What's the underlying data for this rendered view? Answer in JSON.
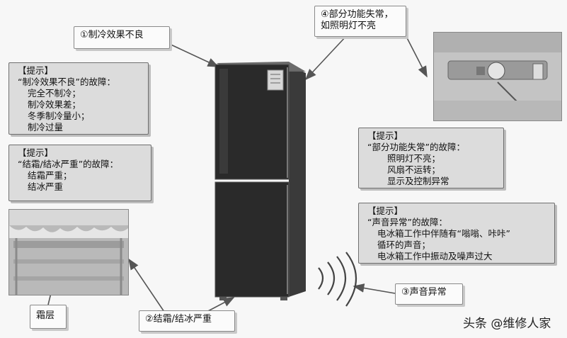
{
  "callouts": {
    "cooling": "①制冷效果不良",
    "frost": "②结霜/结冰严重",
    "sound": "③声音异常",
    "partial_line1": "④部分功能失常，",
    "partial_line2": "如照明灯不亮",
    "frost_layer": "霜层"
  },
  "tips": {
    "cooling": {
      "header": "【提示】",
      "title": "“制冷效果不良”的故障：",
      "items": [
        "完全不制冷；",
        "制冷效果差；",
        "冬季制冷量小；",
        "制冷过量"
      ]
    },
    "frost": {
      "header": "【提示】",
      "title": "“结霜/结冰严重”的故障：",
      "items": [
        "结霜严重；",
        "结冰严重"
      ]
    },
    "partial": {
      "header": "【提示】",
      "title": "“部分功能失常”的故障：",
      "items": [
        "照明灯不亮；",
        "风扇不运转；",
        "显示及控制异常"
      ]
    },
    "sound": {
      "header": "【提示】",
      "title": "“声音异常”的故障：",
      "items": [
        "电冰箱工作中伴随有“嗡嗡、咔咔”",
        "循环的声音；",
        "电冰箱工作中振动及噪声过大"
      ]
    }
  },
  "watermark": "头条 @维修人家"
}
